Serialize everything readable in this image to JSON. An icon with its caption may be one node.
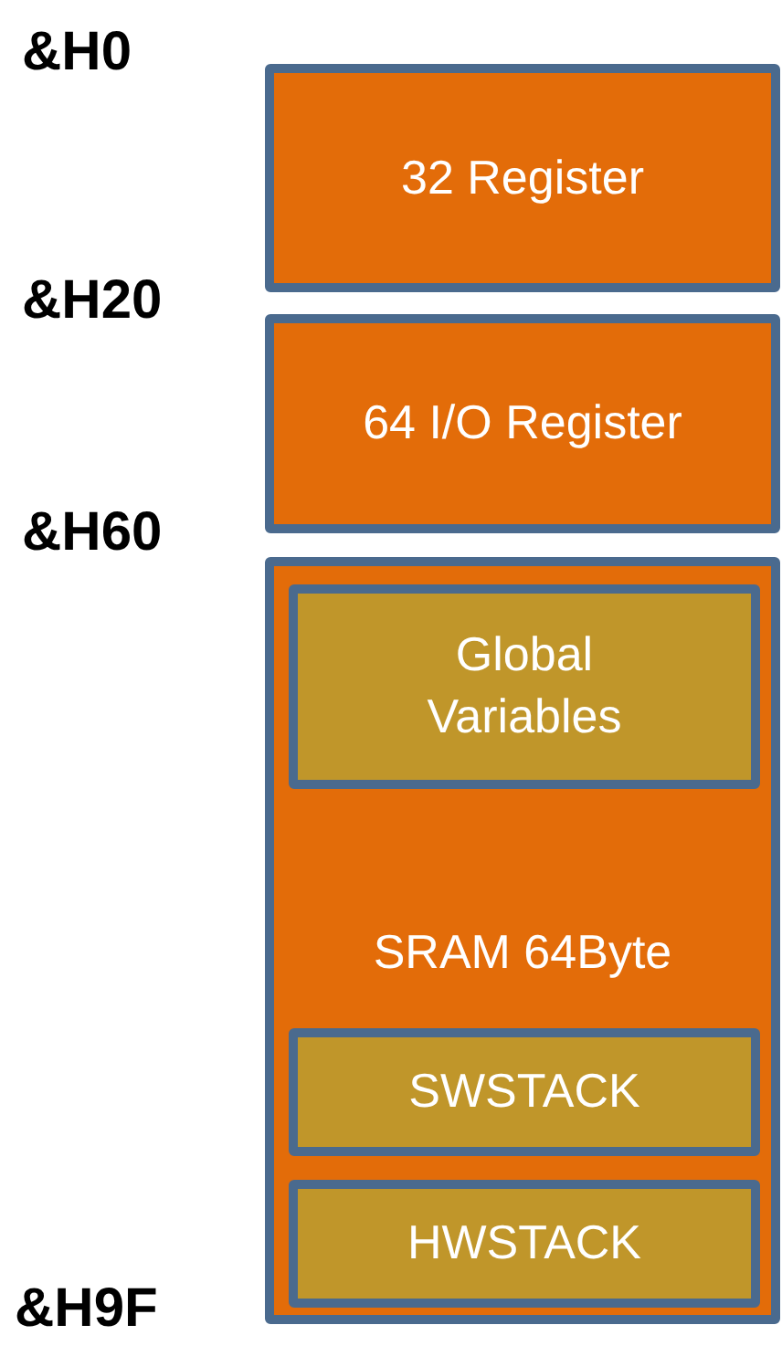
{
  "diagram": {
    "nodes": [
      {
        "text": [
          "32 Register"
        ]
      },
      {
        "text": [
          "64 I/O Register"
        ]
      },
      {
        "text": [
          "SRAM 64Byte"
        ]
      },
      {
        "text": [
          "Global Variables"
        ],
        "in": 2
      },
      {
        "text": [
          "SWSTACK"
        ],
        "in": 2
      },
      {
        "text": [
          "HWSTACK"
        ],
        "in": 2
      }
    ],
    "labels": [
      "&H0",
      "&H20",
      "&H60",
      "&H9F"
    ]
  }
}
